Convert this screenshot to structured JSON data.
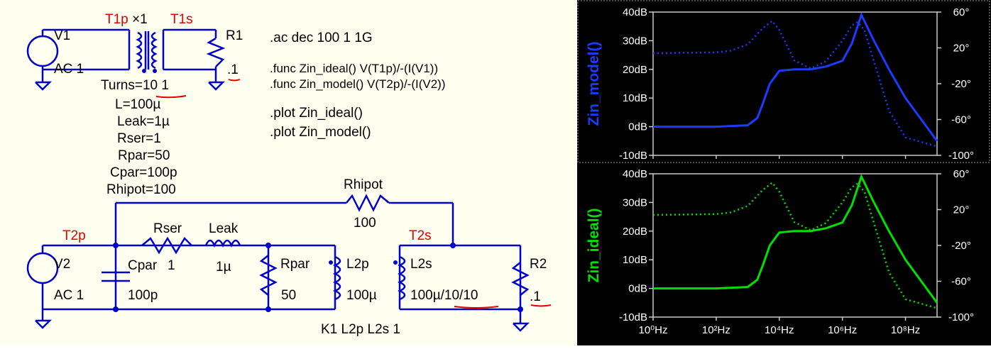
{
  "schematic": {
    "circuit1": {
      "source": {
        "name": "V1",
        "value": "AC 1"
      },
      "transformer": {
        "label": "T1p",
        "mult": "×1",
        "net_s": "T1s"
      },
      "load": {
        "name": "R1",
        "value": ".1"
      },
      "params": [
        "Turns=10 1",
        "L=100µ",
        "Leak=1µ",
        "Rser=1",
        "Rpar=50",
        "Cpar=100p",
        "Rhipot=100"
      ]
    },
    "directives": [
      ".ac dec 100 1 1G",
      ".func Zin_ideal() V(T1p)/-(I(V1))",
      ".func Zin_model() V(T2p)/-(I(V2))",
      ".plot Zin_ideal()",
      ".plot Zin_model()"
    ],
    "circuit2": {
      "source": {
        "name": "V2",
        "value": "AC 1"
      },
      "net_p": "T2p",
      "net_s": "T2s",
      "rhipot": {
        "name": "Rhipot",
        "value": "100"
      },
      "rser": {
        "name": "Rser",
        "value": "1"
      },
      "leak": {
        "name": "Leak",
        "value": "1µ"
      },
      "cpar": {
        "name": "Cpar",
        "value": "100p"
      },
      "rpar": {
        "name": "Rpar",
        "value": "50"
      },
      "l2p": {
        "name": "L2p",
        "value": "100µ"
      },
      "l2s": {
        "name": "L2s",
        "value": "100µ/10/10"
      },
      "r2": {
        "name": "R2",
        "value": ".1"
      },
      "coupling": "K1 L2p L2s 1"
    }
  },
  "chart_data": [
    {
      "type": "line",
      "ylabel": "Zin_model()",
      "color": "#1a3cff",
      "x_scale": "log",
      "xlim": [
        1,
        1000000000
      ],
      "ylim": [
        -10,
        40
      ],
      "y2lim": [
        -100,
        60
      ],
      "yticks": [
        "40dB",
        "30dB",
        "20dB",
        "10dB",
        "0dB",
        "-10dB"
      ],
      "y2ticks": [
        "60°",
        "20°",
        "-20°",
        "-60°",
        "-100°"
      ],
      "xticks": [
        "10⁰Hz",
        "10²Hz",
        "10⁴Hz",
        "10⁶Hz",
        "10⁸Hz"
      ],
      "series": [
        {
          "style": "magnitude",
          "x": [
            1,
            100,
            1000,
            2000,
            3000,
            5000,
            10000,
            30000,
            100000,
            300000,
            1000000,
            2000000,
            4000000,
            10000000,
            30000000,
            100000000,
            1000000000
          ],
          "values": [
            0,
            0,
            0.5,
            3,
            8,
            15,
            19.5,
            20,
            20,
            21,
            23,
            29,
            39,
            30,
            20,
            10,
            -5
          ]
        },
        {
          "style": "phase",
          "x": [
            1,
            100,
            300,
            1000,
            3000,
            6000,
            10000,
            30000,
            100000,
            300000,
            1000000,
            2000000,
            3000000,
            5000000,
            10000000,
            30000000,
            100000000,
            1000000000
          ],
          "values": [
            14,
            15,
            17,
            24,
            42,
            50,
            40,
            6,
            -3,
            5,
            28,
            45,
            49,
            40,
            5,
            -50,
            -80,
            -90
          ]
        }
      ]
    },
    {
      "type": "line",
      "ylabel": "Zin_ideal()",
      "color": "#00e000",
      "x_scale": "log",
      "xlim": [
        1,
        1000000000
      ],
      "ylim": [
        -10,
        40
      ],
      "y2lim": [
        -100,
        60
      ],
      "yticks": [
        "40dB",
        "30dB",
        "20dB",
        "10dB",
        "0dB",
        "-10dB"
      ],
      "y2ticks": [
        "60°",
        "20°",
        "-20°",
        "-60°",
        "-100°"
      ],
      "xticks": [
        "10⁰Hz",
        "10²Hz",
        "10⁴Hz",
        "10⁶Hz",
        "10⁸Hz"
      ],
      "series": [
        {
          "style": "magnitude",
          "x": [
            1,
            100,
            1000,
            2000,
            3000,
            5000,
            10000,
            30000,
            100000,
            300000,
            1000000,
            2000000,
            4000000,
            10000000,
            30000000,
            100000000,
            1000000000
          ],
          "values": [
            0,
            0,
            0.5,
            3,
            8,
            15,
            19.5,
            20,
            20,
            21,
            23,
            29,
            39,
            30,
            20,
            10,
            -5
          ]
        },
        {
          "style": "phase",
          "x": [
            1,
            100,
            300,
            1000,
            3000,
            6000,
            10000,
            30000,
            100000,
            300000,
            1000000,
            2000000,
            3000000,
            5000000,
            10000000,
            30000000,
            100000000,
            1000000000
          ],
          "values": [
            14,
            15,
            17,
            24,
            42,
            50,
            40,
            6,
            -3,
            5,
            28,
            45,
            49,
            40,
            5,
            -50,
            -80,
            -90
          ]
        }
      ]
    }
  ]
}
